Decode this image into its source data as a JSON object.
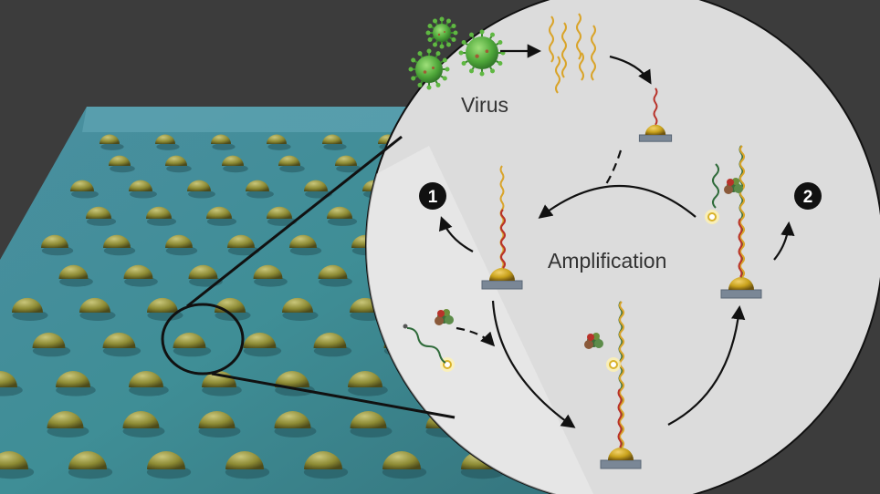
{
  "labels": {
    "virus": "Virus",
    "amplification": "Amplification",
    "step1": "1",
    "step2": "2"
  },
  "colors": {
    "background": "#3c3c3c",
    "circle_fill": "#dcdcdc",
    "gold": "#c9a21c",
    "virus_green": "#4fa83a",
    "strand_gold": "#d9a42a",
    "strand_red": "#b8322a",
    "strand_green": "#2f6b3a",
    "arrow": "#111111"
  },
  "icons": [
    "virus-icon",
    "rna-strand-icon",
    "gold-nanodome-icon",
    "enzyme-icon",
    "fluorophore-icon",
    "quencher-icon"
  ]
}
